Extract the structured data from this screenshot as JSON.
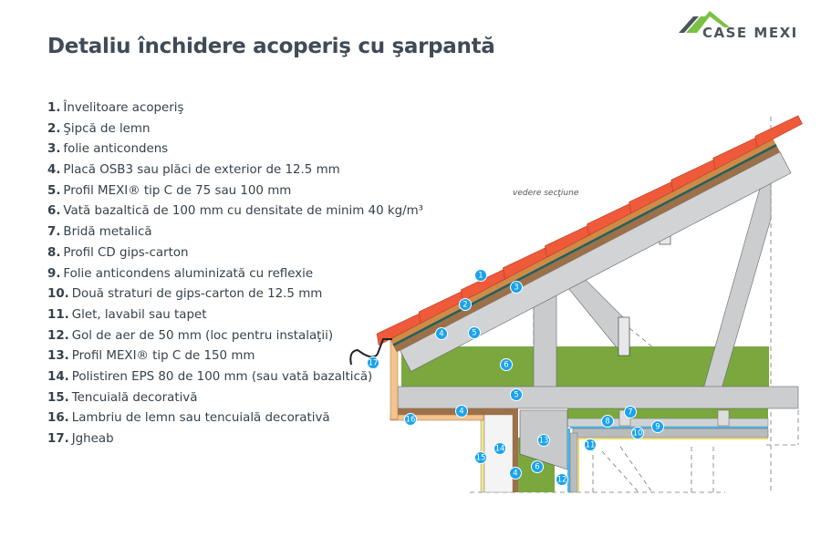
{
  "title": "Detaliu închidere acoperiş cu şarpantă",
  "brand": {
    "name": "CASE MEXI",
    "colors": {
      "green": "#7ac143",
      "gray": "#4d555c"
    }
  },
  "legend": [
    {
      "n": "1.",
      "label": "Învelitoare acoperiş"
    },
    {
      "n": "2.",
      "label": "Şipcă de lemn"
    },
    {
      "n": "3.",
      "label": "folie anticondens"
    },
    {
      "n": "4.",
      "label": "Placă OSB3 sau plăci de exterior de 12.5 mm"
    },
    {
      "n": "5.",
      "label": "Profil MEXI® tip C de 75 sau 100 mm"
    },
    {
      "n": "6.",
      "label": "Vată bazaltică de 100 mm cu densitate de minim 40 kg/m³"
    },
    {
      "n": "7.",
      "label": "Bridă metalică"
    },
    {
      "n": "8.",
      "label": "Profil CD gips-carton"
    },
    {
      "n": "9.",
      "label": "Folie anticondens aluminizată cu reflexie"
    },
    {
      "n": "10.",
      "label": "Două straturi de gips-carton de 12.5 mm"
    },
    {
      "n": "11.",
      "label": "Glet, lavabil sau tapet"
    },
    {
      "n": "12.",
      "label": "Gol de aer de 50 mm (loc pentru instalaţii)"
    },
    {
      "n": "13.",
      "label": "Profil MEXI® tip C de 150 mm"
    },
    {
      "n": "14.",
      "label": "Polistiren EPS 80 de 100 mm (sau vată bazaltică)"
    },
    {
      "n": "15.",
      "label": "Tencuială decorativă"
    },
    {
      "n": "16.",
      "label": "Lambriu de lemn sau tencuială decorativă"
    },
    {
      "n": "17.",
      "label": "Jgheab"
    }
  ],
  "diagram": {
    "view_label": "vedere secţiune",
    "markers": [
      "1",
      "2",
      "3",
      "4",
      "5",
      "6",
      "5",
      "4",
      "16",
      "17",
      "7",
      "8",
      "10",
      "9",
      "11",
      "13",
      "14",
      "15",
      "6",
      "4",
      "12"
    ]
  }
}
